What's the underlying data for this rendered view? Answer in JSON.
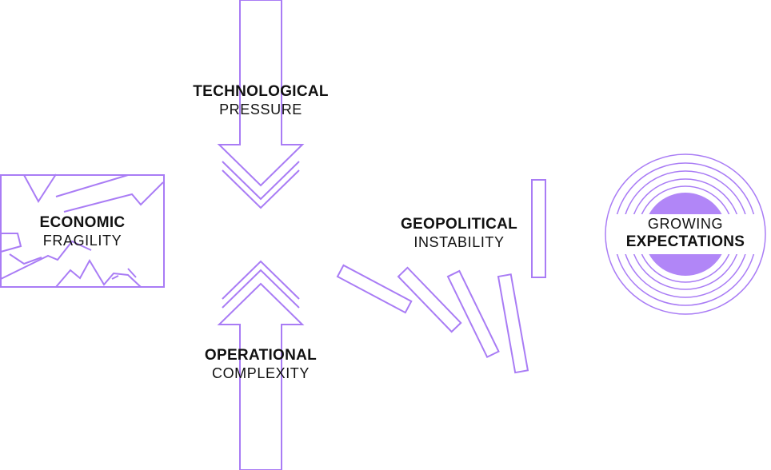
{
  "accent_color": "#a97cf5",
  "accent_fill": "#b186f7",
  "text_color": "#111111",
  "pressures": {
    "technological": {
      "bold": "TECHNOLOGICAL",
      "regular": "PRESSURE"
    },
    "operational": {
      "bold": "OPERATIONAL",
      "regular": "COMPLEXITY"
    },
    "economic": {
      "bold": "ECONOMIC",
      "regular": "FRAGILITY"
    },
    "geopolitical": {
      "bold": "GEOPOLITICAL",
      "regular": "INSTABILITY"
    },
    "expectations": {
      "regular": "GROWING",
      "bold": "EXPECTATIONS"
    }
  }
}
